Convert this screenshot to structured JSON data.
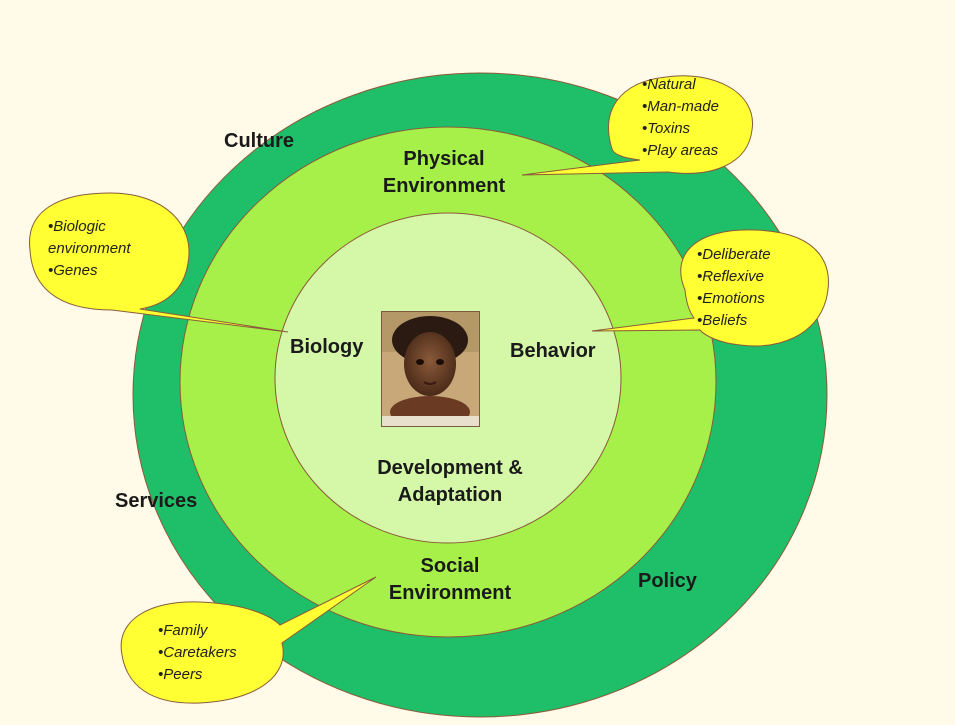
{
  "rings": {
    "outer_labels": {
      "culture": "Culture",
      "services": "Services",
      "policy": "Policy"
    },
    "middle_labels": {
      "physical_line1": "Physical",
      "physical_line2": "Environment",
      "social_line1": "Social",
      "social_line2": "Environment"
    },
    "inner_labels": {
      "biology": "Biology",
      "behavior": "Behavior",
      "development_line1": "Development &",
      "development_line2": "Adaptation"
    }
  },
  "callouts": {
    "physical": [
      "•Natural",
      "•Man-made",
      "•Toxins",
      "•Play areas"
    ],
    "biology": [
      "•Biologic",
      "environment",
      "•Genes"
    ],
    "behavior": [
      "•Deliberate",
      "•Reflexive",
      "•Emotions",
      "•Beliefs"
    ],
    "social": [
      "•Family",
      "•Caretakers",
      "•Peers"
    ]
  },
  "colors": {
    "outer_ring": "#1fbf6a",
    "middle_ring": "#a6f049",
    "inner_circle": "#d4f7a8",
    "bubble_fill": "#ffff33",
    "ring_stroke": "#8a5a3a"
  },
  "photo": {
    "icon": "child-portrait-image"
  }
}
